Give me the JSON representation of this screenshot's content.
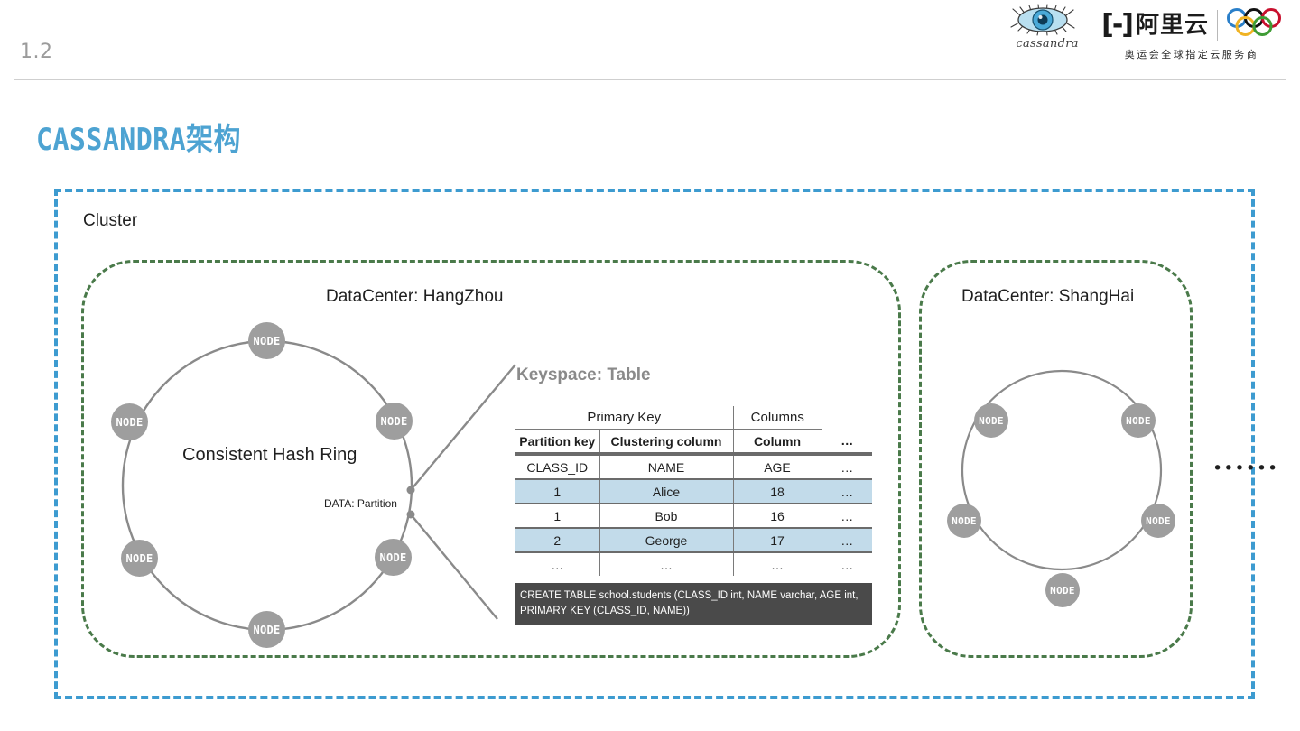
{
  "header": {
    "slide_number": "1.2",
    "cassandra_logo": {
      "icon": "cassandra-eye-icon",
      "wordmark": "cassandra"
    },
    "aliyun_logo": {
      "bracket_mark": "[-]",
      "brand_cn": "阿里云",
      "rings_icon": "olympic-rings-icon",
      "tagline": "奥运会全球指定云服务商"
    }
  },
  "title": "CASSANDRA架构",
  "cluster": {
    "label": "Cluster",
    "border_color": "#3d9bd0",
    "datacenters": [
      {
        "label": "DataCenter: HangZhou",
        "border_color": "#4a7a4a",
        "ring": {
          "center_label": "Consistent Hash Ring",
          "partition_label": "DATA: Partition",
          "node_label": "NODE",
          "node_count": 6
        }
      },
      {
        "label": "DataCenter: ShangHai",
        "border_color": "#4a7a4a",
        "ring": {
          "center_label": "",
          "node_label": "NODE",
          "node_count": 5
        }
      }
    ],
    "trailing_ellipsis": "••••••"
  },
  "keyspace": {
    "title": "Keyspace: Table",
    "group_headers": {
      "primary_key": "Primary Key",
      "columns": "Columns",
      "blank": ""
    },
    "column_headers": [
      "Partition key",
      "Clustering column",
      "Column",
      "…"
    ],
    "rows": [
      {
        "cells": [
          "CLASS_ID",
          "NAME",
          "AGE",
          "…"
        ],
        "highlight": false
      },
      {
        "cells": [
          "1",
          "Alice",
          "18",
          "…"
        ],
        "highlight": true
      },
      {
        "cells": [
          "1",
          "Bob",
          "16",
          "…"
        ],
        "highlight": false
      },
      {
        "cells": [
          "2",
          "George",
          "17",
          "…"
        ],
        "highlight": true
      },
      {
        "cells": [
          "…",
          "…",
          "…",
          "…"
        ],
        "highlight": false
      }
    ],
    "highlight_color": "#c2dbea",
    "cql": {
      "line1": "CREATE TABLE school.students (CLASS_ID int, NAME varchar, AGE int,",
      "line2": "PRIMARY KEY (CLASS_ID, NAME))"
    }
  }
}
